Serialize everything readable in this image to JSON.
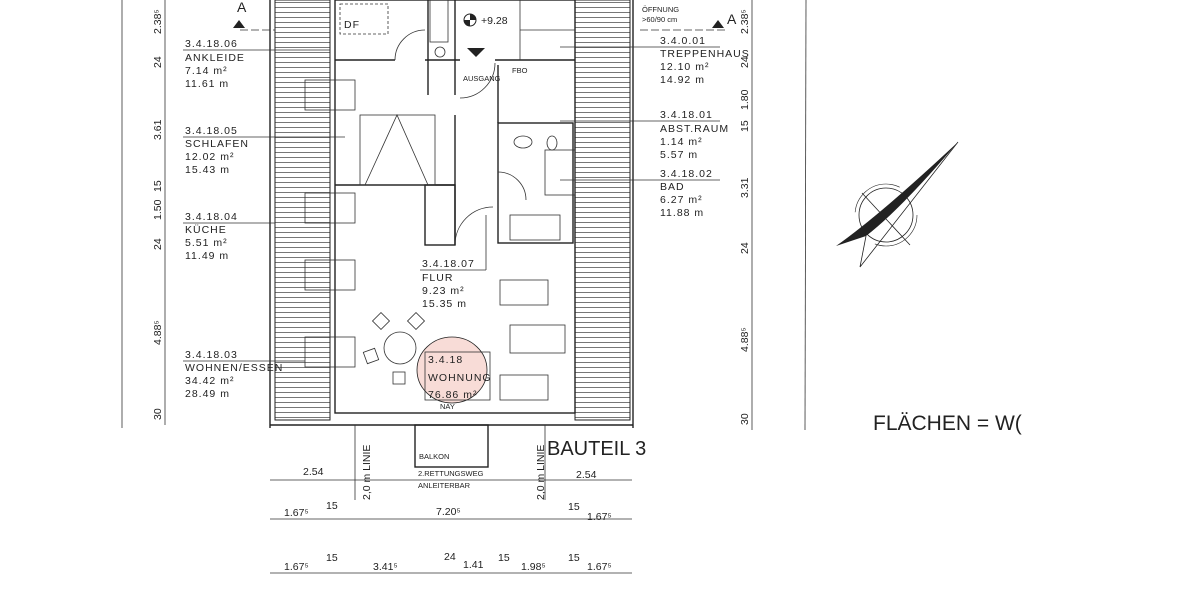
{
  "rooms": [
    {
      "id": "3.4.18.06",
      "name": "ANKLEIDE",
      "area": "7.14 m²",
      "perimeter": "11.61 m"
    },
    {
      "id": "3.4.18.05",
      "name": "SCHLAFEN",
      "area": "12.02 m²",
      "perimeter": "15.43 m"
    },
    {
      "id": "3.4.18.04",
      "name": "KÜCHE",
      "area": "5.51 m²",
      "perimeter": "11.49 m"
    },
    {
      "id": "3.4.18.03",
      "name": "WOHNEN/ESSEN",
      "area": "34.42 m²",
      "perimeter": "28.49 m"
    },
    {
      "id": "3.4.0.01",
      "name": "TREPPENHAUS",
      "area": "12.10 m²",
      "perimeter": "14.92 m"
    },
    {
      "id": "3.4.18.01",
      "name": "ABST.RAUM",
      "area": "1.14 m²",
      "perimeter": "5.57 m"
    },
    {
      "id": "3.4.18.02",
      "name": "BAD",
      "area": "6.27 m²",
      "perimeter": "11.88 m"
    },
    {
      "id": "3.4.18.07",
      "name": "FLUR",
      "area": "9.23 m²",
      "perimeter": "15.35 m"
    }
  ],
  "unit": {
    "id": "3.4.18",
    "name": "WOHNUNG",
    "area": "76.86 m²",
    "note": "NAY"
  },
  "annotations": {
    "section_left": "A",
    "section_right": "A",
    "level": "+9.28",
    "df": "DF",
    "exit": "AUSGANG",
    "fbo": "FBO",
    "opening_1": "ÖFFNUNG",
    "opening_2": ">60/90 cm",
    "balcony": "BALKON",
    "rescue_1": "2.RETTUNGSWEG",
    "rescue_2": "ANLEITERBAR",
    "line_left": "2,0 m LINIE",
    "line_right": "2,0 m LINIE",
    "building_part": "BAUTEIL 3",
    "areas_title": "FLÄCHEN = W("
  },
  "dims_left": [
    "2.38⁵",
    "24",
    "3.61",
    "15",
    "1.50",
    "24",
    "4.88⁵",
    "30"
  ],
  "dims_right": [
    "2.38⁵",
    "24",
    "1.80",
    "15",
    "3.31",
    "24",
    "4.88⁵",
    "30"
  ],
  "dims_row1": [
    "2.54",
    "2.54"
  ],
  "dims_row2": [
    "1.67⁵",
    "15",
    "7.20⁵",
    "15",
    "1.67⁵"
  ],
  "dims_row3": [
    "1.67⁵",
    "15",
    "3.41⁵",
    "24",
    "1.41",
    "15",
    "1.98⁵",
    "15",
    "1.67⁵"
  ]
}
